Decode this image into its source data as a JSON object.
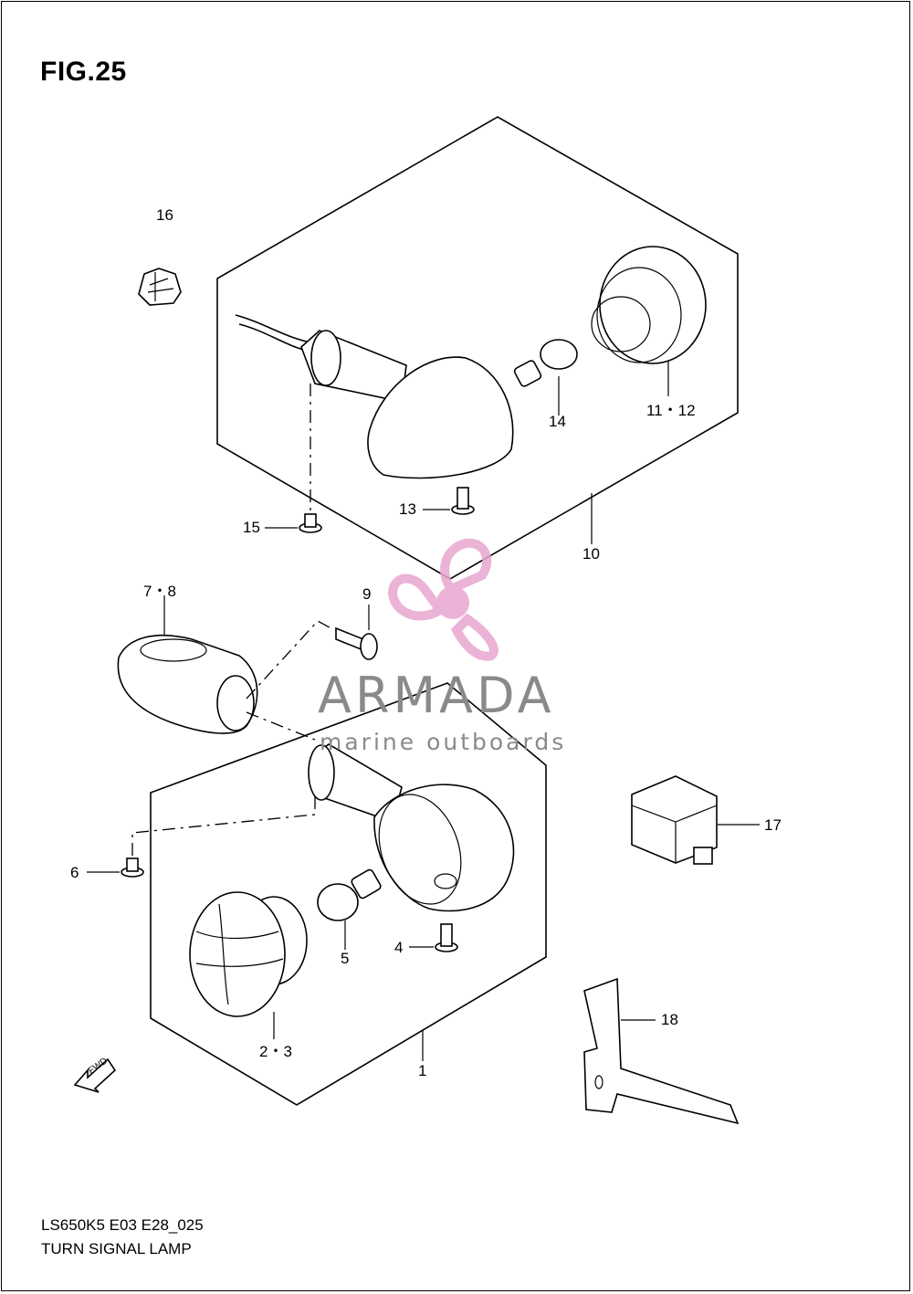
{
  "figure": {
    "title": "FIG.25",
    "code": "LS650K5 E03 E28_025",
    "name": "TURN SIGNAL LAMP"
  },
  "callouts": [
    {
      "id": "c16",
      "label": "16"
    },
    {
      "id": "c14",
      "label": "14"
    },
    {
      "id": "c1112",
      "label": "11・12"
    },
    {
      "id": "c13",
      "label": "13"
    },
    {
      "id": "c15",
      "label": "15"
    },
    {
      "id": "c10",
      "label": "10"
    },
    {
      "id": "c78",
      "label": "7・8"
    },
    {
      "id": "c9",
      "label": "9"
    },
    {
      "id": "c17",
      "label": "17"
    },
    {
      "id": "c6",
      "label": "6"
    },
    {
      "id": "c4",
      "label": "4"
    },
    {
      "id": "c5",
      "label": "5"
    },
    {
      "id": "c18",
      "label": "18"
    },
    {
      "id": "c23",
      "label": "2・3"
    },
    {
      "id": "c1",
      "label": "1"
    }
  ],
  "fwd_marker": {
    "label": "FWD",
    "icon": "fwd-arrow-icon"
  },
  "watermark": {
    "brand": "ARMADA",
    "tagline": "marine outboards",
    "icon": "propeller-logo-icon",
    "color": "#e8a6cf"
  }
}
